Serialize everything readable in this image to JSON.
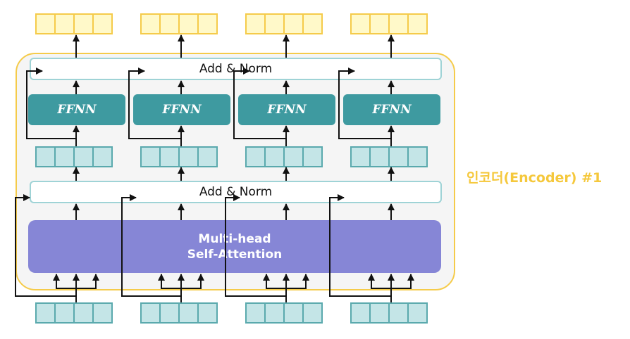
{
  "encoder_label": "인코더(Encoder) #1",
  "top_norm": {
    "label": "Add & Norm"
  },
  "mid_norm": {
    "label": "Add & Norm"
  },
  "ffnn": {
    "labels": [
      "FFNN",
      "FFNN",
      "FFNN",
      "FFNN"
    ]
  },
  "attention": {
    "line1": "Multi-head",
    "line2": "Self-Attention"
  },
  "tokens": {
    "count": 4,
    "vector_cells": 4
  },
  "colors": {
    "accent_yellow": "#f5cb4a",
    "output_fill": "#fff9c9",
    "teal_dark": "#3e9aa0",
    "teal_light": "#c4e5e7",
    "attention_purple": "#8686d6",
    "norm_border": "#9fd3d6"
  }
}
